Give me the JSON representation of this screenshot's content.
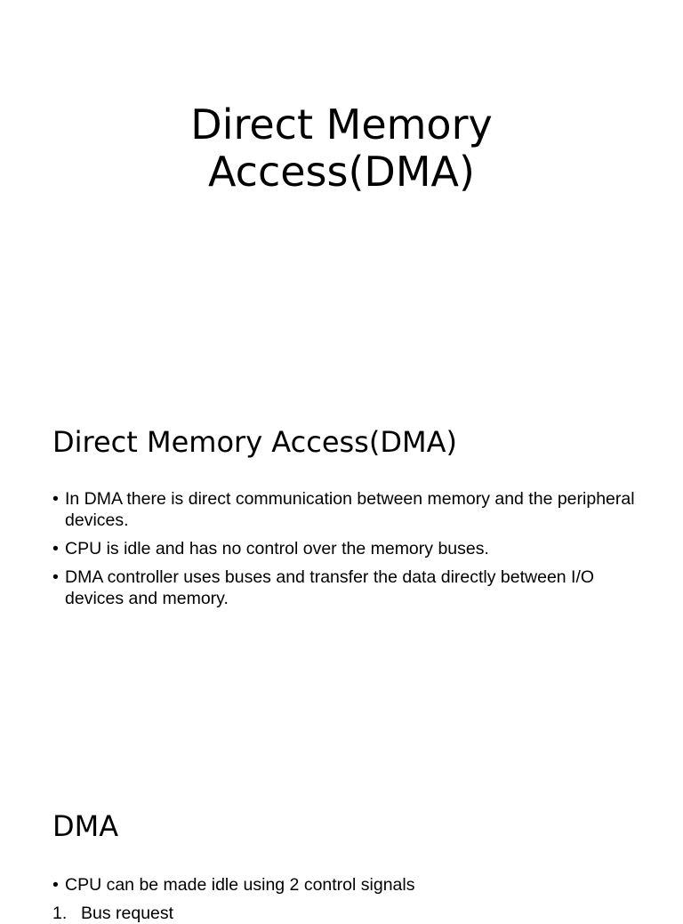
{
  "slides": [
    {
      "title_lines": [
        "Direct Memory",
        "Access(DMA)"
      ]
    },
    {
      "heading": "Direct Memory Access(DMA)",
      "bullets": [
        "In DMA there is direct communication between memory and the peripheral devices.",
        "CPU is idle and has no control over the memory buses.",
        "DMA controller uses buses and transfer the data directly between I/O devices and memory."
      ]
    },
    {
      "heading": "DMA",
      "bullets": [
        "CPU can be made idle using 2 control signals"
      ],
      "numbered": [
        {
          "num": "1.",
          "text": "Bus request"
        }
      ]
    }
  ],
  "bullet_glyph": "•"
}
